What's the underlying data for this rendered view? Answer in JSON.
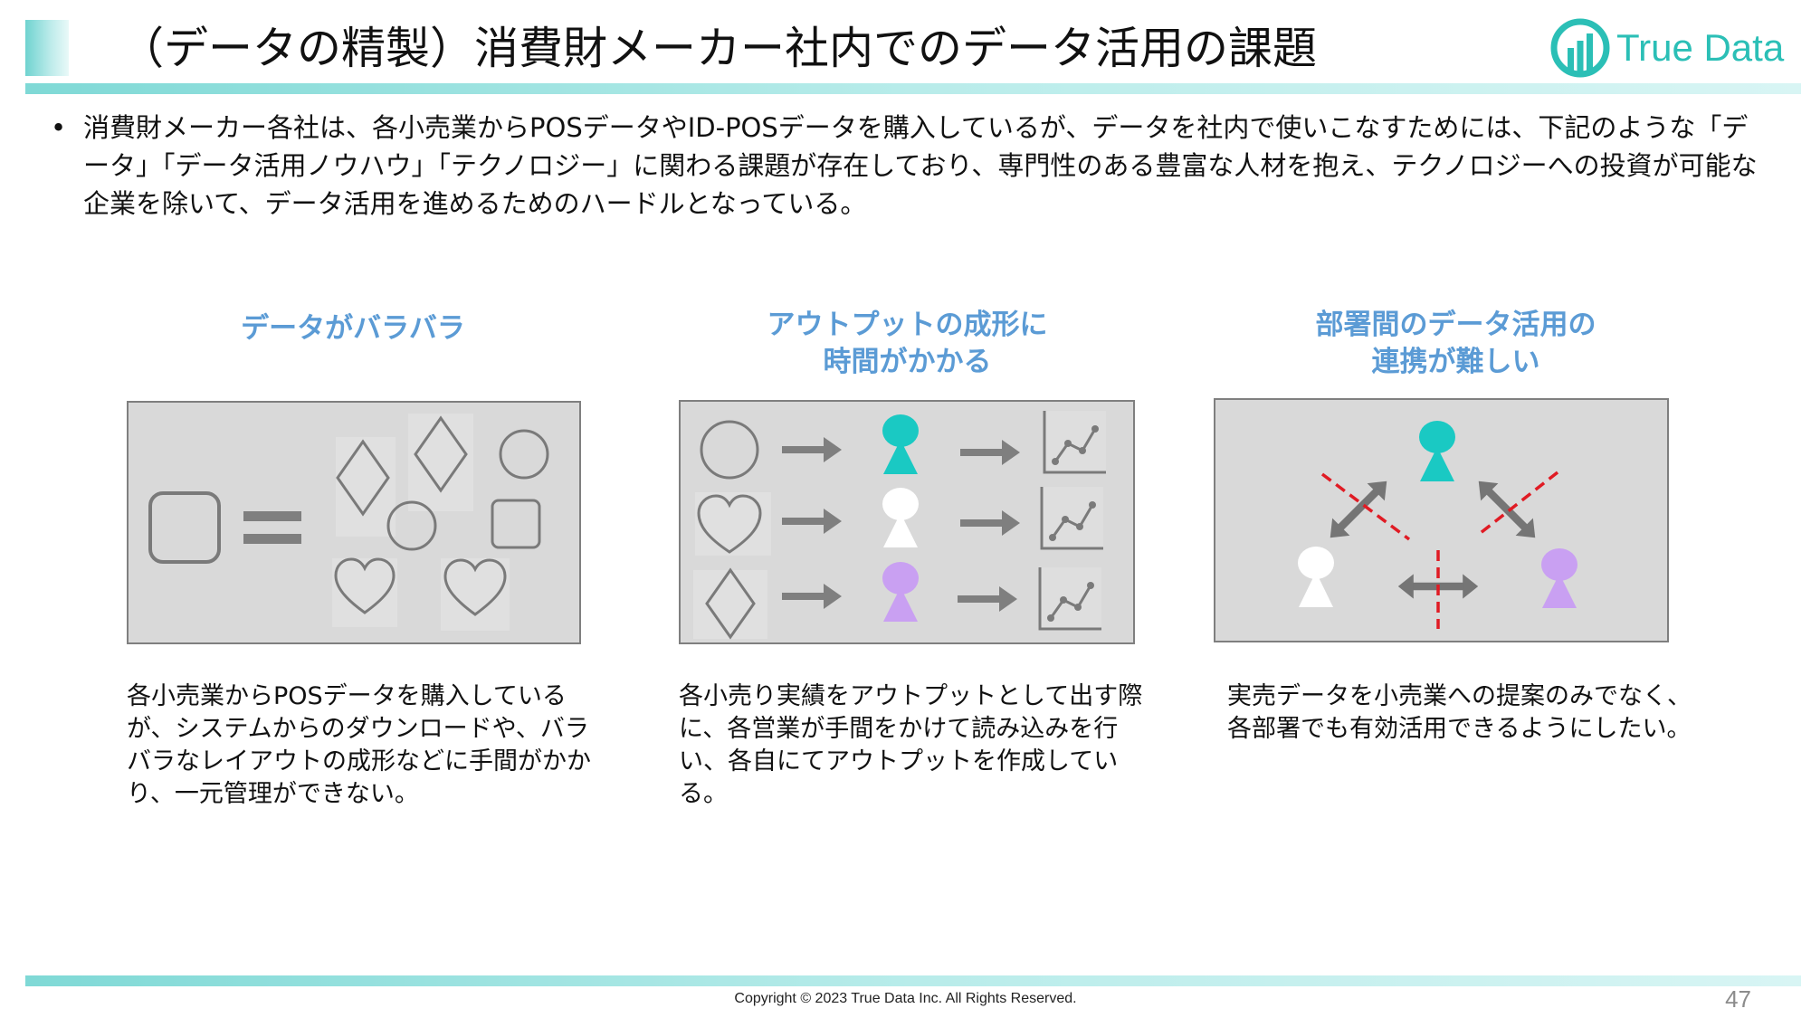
{
  "header": {
    "title": "（データの精製）消費財メーカー社内でのデータ活用の課題",
    "logo_text": "True Data",
    "logo_icon": "true-data-logo-icon",
    "accent_color": "#2bbfb6"
  },
  "intro": {
    "bullet": "•",
    "text": "消費財メーカー各社は、各小売業からPOSデータやID-POSデータを購入しているが、データを社内で使いこなすためには、下記のような「データ」「データ活用ノウハウ」「テクノロジー」に関わる課題が存在しており、専門性のある豊富な人材を抱え、テクノロジーへの投資が可能な企業を除いて、データ活用を進めるためのハードルとなっている。"
  },
  "columns": [
    {
      "heading_lines": [
        "データがバラバラ"
      ],
      "description": "各小売業からPOSデータを購入しているが、システムからのダウンロードや、バラバラなレイアウトの成形などに手間がかかり、一元管理ができない。"
    },
    {
      "heading_lines": [
        "アウトプットの成形に",
        "時間がかかる"
      ],
      "description": "各小売り実績をアウトプットとして出す際に、各営業が手間をかけて読み込みを行い、各自にてアウトプットを作成している。"
    },
    {
      "heading_lines": [
        "部署間のデータ活用の",
        "連携が難しい"
      ],
      "description": "実売データを小売業への提案のみでなく、各部署でも有効活用できるようにしたい。"
    }
  ],
  "colors": {
    "heading": "#5b9bd5",
    "person_teal": "#1ac9c3",
    "person_white": "#ffffff",
    "person_purple": "#c9a0f2",
    "barrier_red": "#e01b24",
    "arrow_gray": "#7f7f7f"
  },
  "footer": {
    "copyright": "Copyright © 2023 True Data Inc. All Rights Reserved.",
    "page_number": "47"
  }
}
